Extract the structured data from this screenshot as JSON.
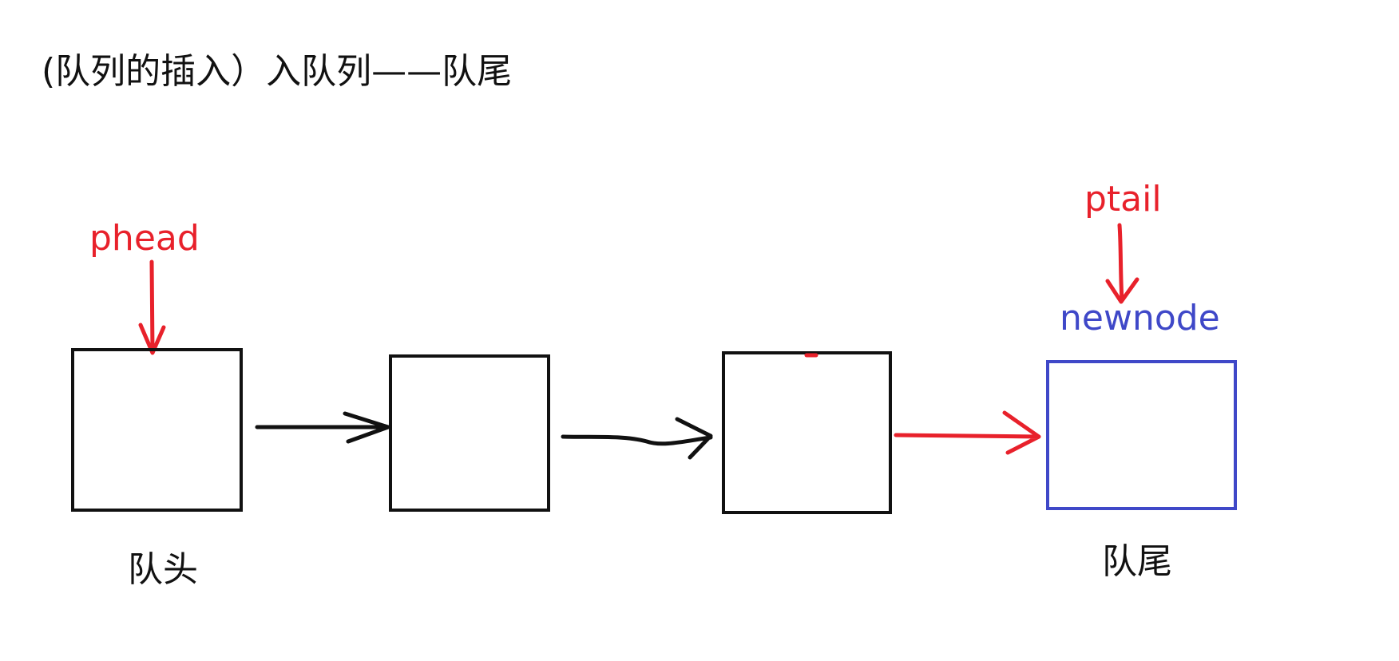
{
  "title": "(队列的插入）入队列——队尾",
  "pointers": {
    "head": "phead",
    "tail": "ptail"
  },
  "new_node_label": "newnode",
  "labels": {
    "front": "队头",
    "rear": "队尾"
  },
  "colors": {
    "text": "#111111",
    "node_border": "#111111",
    "pointer": "#e8212b",
    "new_node": "#3f48c8",
    "link": "#111111",
    "new_link": "#e8212b"
  }
}
